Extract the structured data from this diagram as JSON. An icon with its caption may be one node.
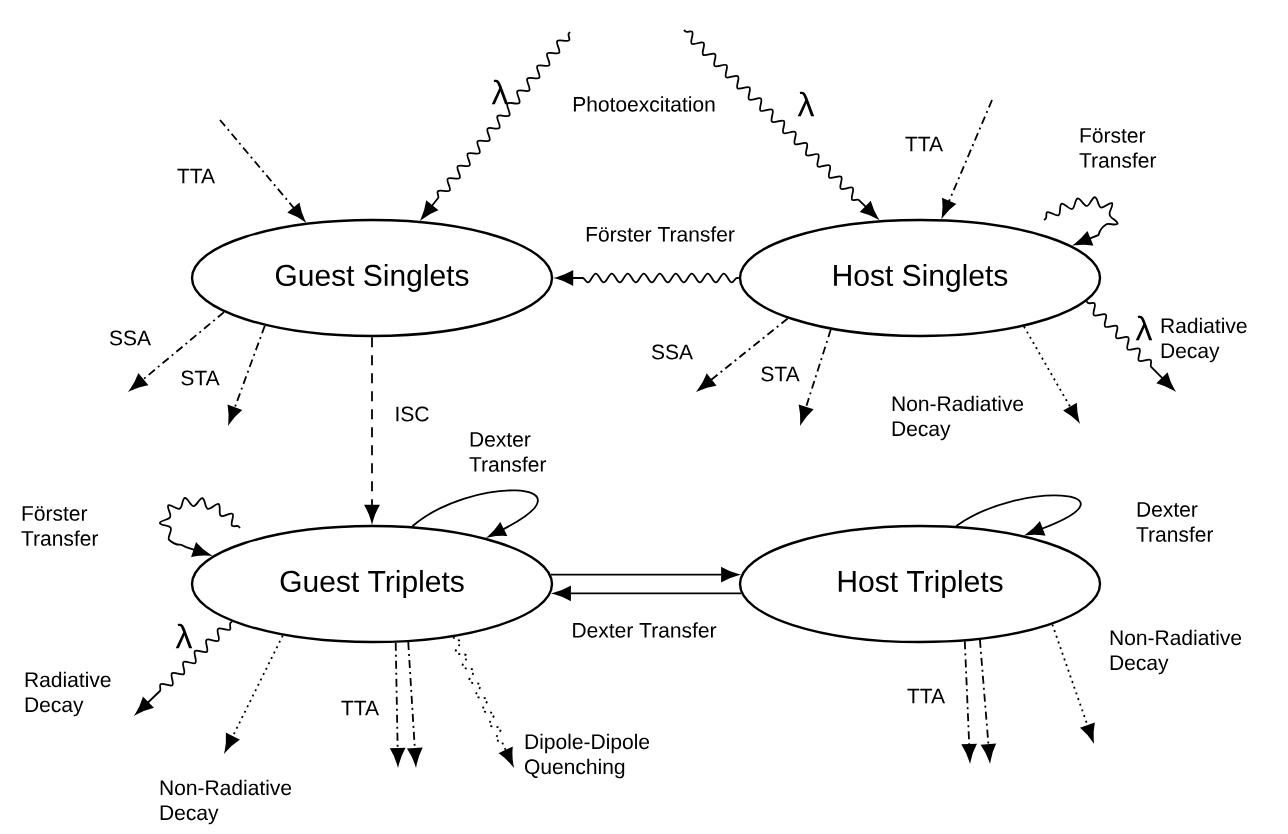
{
  "diagram": {
    "nodes": [
      {
        "text": [
          "Guest Singlets"
        ]
      },
      {
        "text": [
          "Host Singlets"
        ]
      },
      {
        "text": [
          "Guest Triplets"
        ]
      },
      {
        "text": [
          "Host Triplets"
        ]
      }
    ],
    "edges": [
      {
        "from": null,
        "to": 0,
        "arrow": "to"
      },
      {
        "from": null,
        "to": 1,
        "arrow": "to"
      },
      {
        "from": null,
        "to": 0,
        "arrow": "to",
        "style": "dashed",
        "label": "TTA"
      },
      {
        "from": null,
        "to": 1,
        "arrow": "to",
        "style": "dashed",
        "label": "TTA"
      },
      {
        "from": 1,
        "to": 0,
        "arrow": "to",
        "label": "Förster Transfer"
      },
      {
        "from": null,
        "to": 1,
        "arrow": "to",
        "label": "Förster Transfer"
      },
      {
        "from": 1,
        "to": null,
        "arrow": "to",
        "label": "Radiative Decay"
      },
      {
        "from": 1,
        "to": null,
        "arrow": "to",
        "style": "dashed",
        "label": "Non-Radiative Decay"
      },
      {
        "from": 1,
        "to": null,
        "arrow": "to",
        "style": "dashed",
        "label": "SSA"
      },
      {
        "from": 1,
        "to": null,
        "arrow": "to",
        "style": "dashed",
        "label": "STA"
      },
      {
        "from": 0,
        "to": null,
        "arrow": "to",
        "style": "dashed",
        "label": "SSA"
      },
      {
        "from": 0,
        "to": null,
        "arrow": "to",
        "style": "dashed",
        "label": "STA"
      },
      {
        "from": 0,
        "to": 2,
        "arrow": "to",
        "style": "dashed",
        "label": "ISC"
      },
      {
        "from": 2,
        "to": 2,
        "arrow": "to",
        "label": "Dexter Transfer"
      },
      {
        "from": null,
        "to": 2,
        "arrow": "to",
        "label": "Förster Transfer"
      },
      {
        "from": 2,
        "to": null,
        "arrow": "to",
        "label": "Radiative Decay"
      },
      {
        "from": 2,
        "to": null,
        "arrow": "to",
        "style": "dashed",
        "label": "Non-Radiative Decay"
      },
      {
        "from": 2,
        "to": null,
        "arrow": "to",
        "style": "dashed",
        "label": "TTA"
      },
      {
        "from": 2,
        "to": null,
        "arrow": "to",
        "style": "dashed"
      },
      {
        "from": 2,
        "to": null,
        "arrow": "to",
        "style": "dashed",
        "label": "Dipole-Dipole Quenching"
      },
      {
        "from": 2,
        "to": 3,
        "arrow": "to"
      },
      {
        "from": 3,
        "to": 2,
        "arrow": "to",
        "label": "Dexter Transfer"
      },
      {
        "from": 3,
        "to": 3,
        "arrow": "to",
        "label": "Dexter Transfer"
      },
      {
        "from": 3,
        "to": null,
        "arrow": "to",
        "style": "dashed",
        "label": "TTA"
      },
      {
        "from": 3,
        "to": null,
        "arrow": "to",
        "style": "dashed"
      },
      {
        "from": 3,
        "to": null,
        "arrow": "to",
        "style": "dashed",
        "label": "Non-Radiative Decay"
      }
    ],
    "labels": [
      "λ",
      "Photoexcitation",
      "λ",
      "λ",
      "λ"
    ]
  }
}
